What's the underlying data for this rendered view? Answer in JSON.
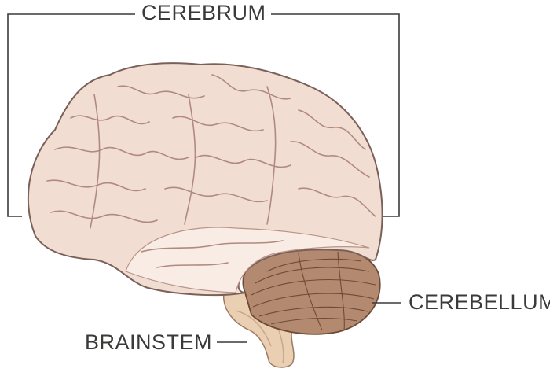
{
  "labels": {
    "cerebrum": "CEREBRUM",
    "cerebellum": "CEREBELLUM",
    "brainstem": "BRAINSTEM"
  },
  "colors": {
    "cerebrum_fill": "#f2ddd3",
    "cerebrum_highlight": "#f9ece5",
    "cerebrum_outline": "#7a6058",
    "cerebellum_fill": "#b38a70",
    "cerebellum_lines": "#6e4a36",
    "brainstem_fill": "#ebcfb2",
    "label_text": "#3b3a39",
    "leader_lines": "#3b3a39"
  }
}
